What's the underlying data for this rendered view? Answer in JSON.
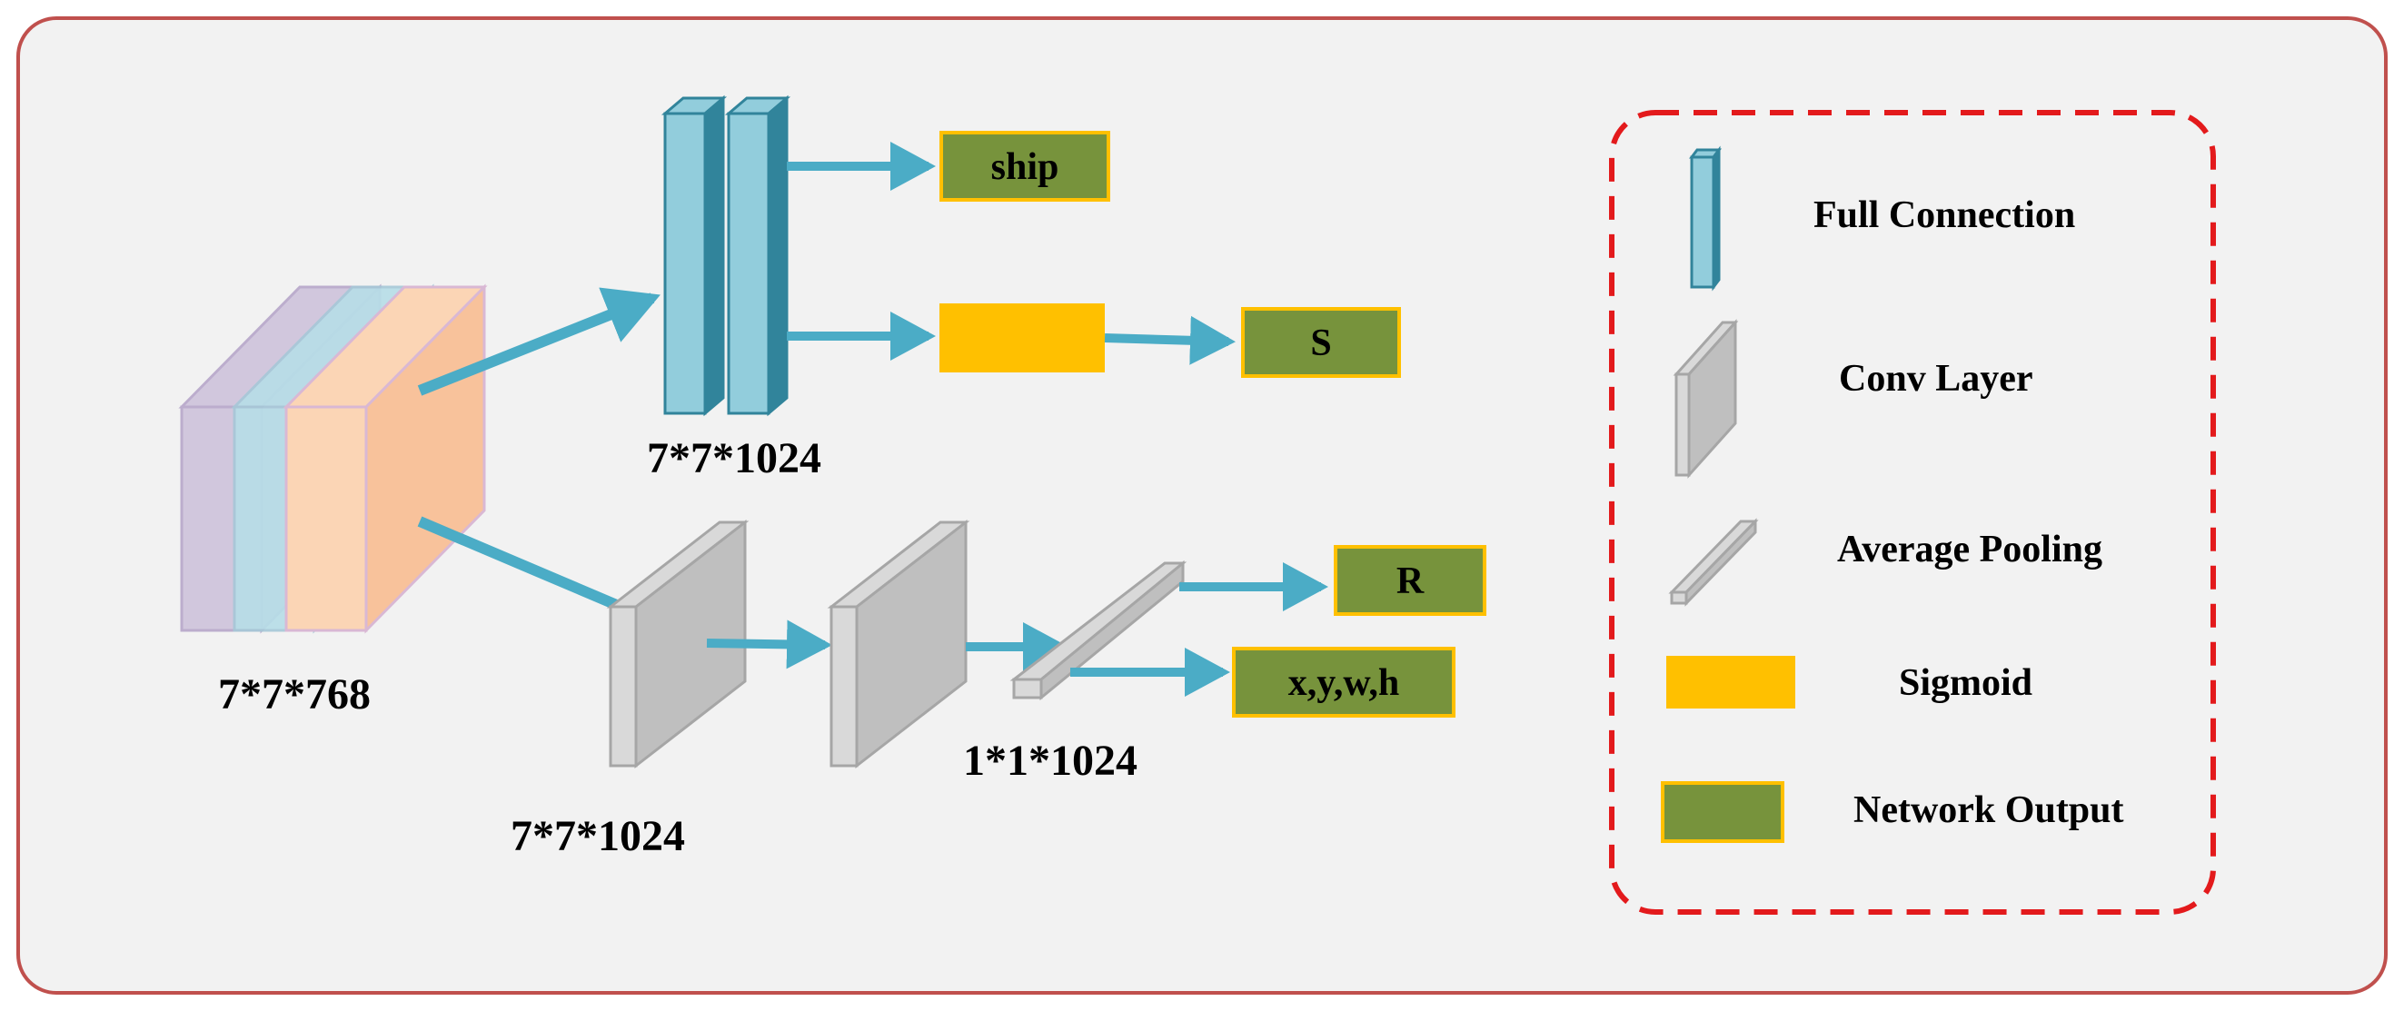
{
  "colors": {
    "background": "#f2f2f2",
    "frame_border": "#c0504d",
    "fc_front": "#92cddc",
    "fc_side": "#31849b",
    "conv_front": "#d9d9d9",
    "conv_side": "#bfbfbf",
    "output_fill": "#77933c",
    "output_border": "#ffc000",
    "sigmoid_fill": "#ffc000",
    "arrow": "#4bacc6",
    "legend_border": "#e31a1c",
    "input_purple": "#ccc0da",
    "input_blue": "#b7dee8",
    "input_orange": "#f8c29b"
  },
  "diagram": {
    "input_label": "7*7*768",
    "fc_label": "7*7*1024",
    "conv_label": "7*7*1024",
    "pool_label": "1*1*1024",
    "outputs": {
      "ship": "ship",
      "s": "S",
      "r": "R",
      "box": "x,y,w,h"
    }
  },
  "legend": {
    "items": [
      {
        "icon": "full-connection-icon",
        "label": "Full Connection"
      },
      {
        "icon": "conv-layer-icon",
        "label": "Conv Layer"
      },
      {
        "icon": "average-pooling-icon",
        "label": "Average Pooling"
      },
      {
        "icon": "sigmoid-icon",
        "label": "Sigmoid"
      },
      {
        "icon": "network-output-icon",
        "label": "Network Output"
      }
    ]
  }
}
